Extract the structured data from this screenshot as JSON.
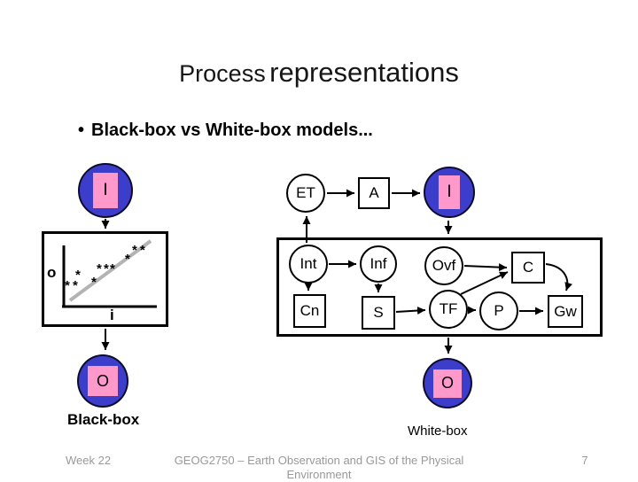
{
  "slide": {
    "title": {
      "regular": "Process",
      "emphasis": "representations"
    },
    "bullet": {
      "marker": "•",
      "text": "Black-box vs White-box models..."
    }
  },
  "colors": {
    "node_fill": "#3d3dcc",
    "node_inner": "#ff99cc",
    "trend_gray": "#b3b3b3",
    "footer_gray": "#999999"
  },
  "blackbox": {
    "caption": "Black-box",
    "input_label": "I",
    "output_label": "O",
    "plot": {
      "ylabel": "o",
      "xlabel": "i",
      "point_glyph": "*",
      "points": [
        [
          73,
          318
        ],
        [
          82,
          318
        ],
        [
          85,
          306
        ],
        [
          103,
          314
        ],
        [
          109,
          299
        ],
        [
          117,
          299
        ],
        [
          124,
          299
        ],
        [
          141,
          288
        ],
        [
          149,
          278
        ],
        [
          158,
          278
        ]
      ]
    }
  },
  "whitebox": {
    "caption": "White-box",
    "input_label": "I",
    "output_label": "O",
    "nodes": {
      "et": "ET",
      "a": "A",
      "int": "Int",
      "inf": "Inf",
      "ovf": "Ovf",
      "c": "C",
      "cn": "Cn",
      "s": "S",
      "tf": "TF",
      "p": "P",
      "gw": "Gw"
    }
  },
  "footer": {
    "left": "Week 22",
    "center_line1": "GEOG2750 – Earth Observation and GIS of the Physical",
    "center_line2": "Environment",
    "page": "7"
  }
}
